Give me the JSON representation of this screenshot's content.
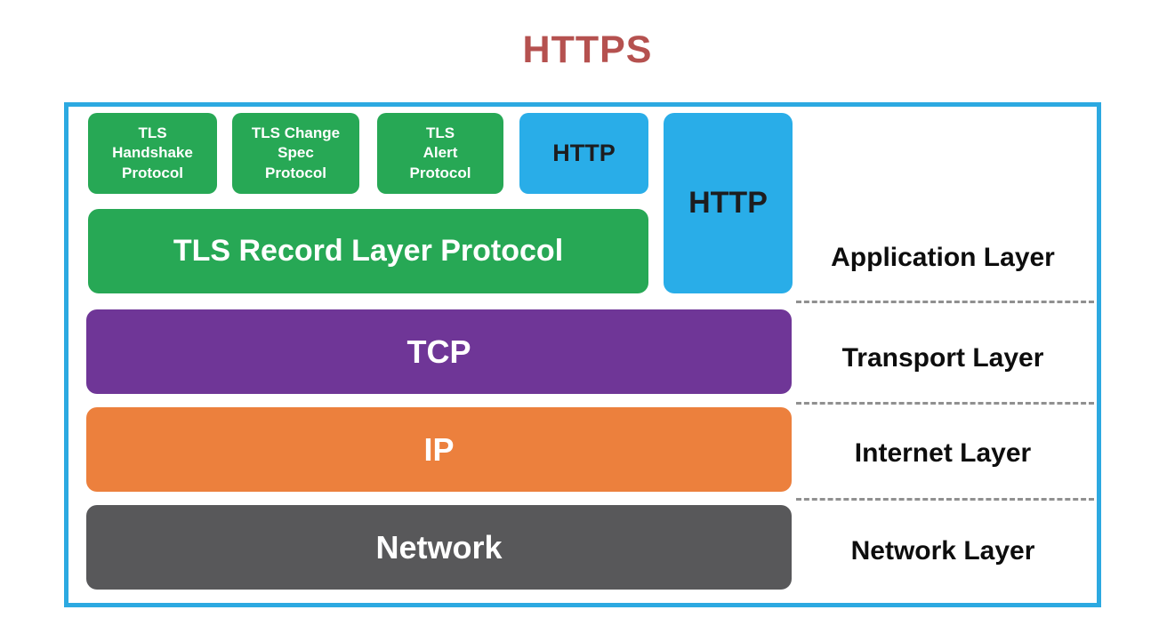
{
  "title": "HTTPS",
  "colors": {
    "title-red": "#b5514f",
    "border-blue": "#2ca9e1",
    "green": "#27a855",
    "blue": "#29ade8",
    "purple": "#6f3697",
    "orange": "#ec803d",
    "dark-gray": "#58585a",
    "dash-gray": "#909090",
    "label-text": "#0d0d0d",
    "box-text-light": "#ffffff",
    "http-text": "#1d1d1f"
  },
  "stack": {
    "tls_sub_protocols": [
      {
        "label": "TLS\nHandshake\nProtocol"
      },
      {
        "label": "TLS Change\nSpec\nProtocol"
      },
      {
        "label": "TLS\nAlert\nProtocol"
      }
    ],
    "http_over_tls": "HTTP",
    "http_plain": "HTTP",
    "tls_record": "TLS Record Layer Protocol",
    "transport": "TCP",
    "internet": "IP",
    "network": "Network"
  },
  "layer_labels": [
    {
      "label": "Application Layer"
    },
    {
      "label": "Transport Layer"
    },
    {
      "label": "Internet Layer"
    },
    {
      "label": "Network Layer"
    }
  ]
}
